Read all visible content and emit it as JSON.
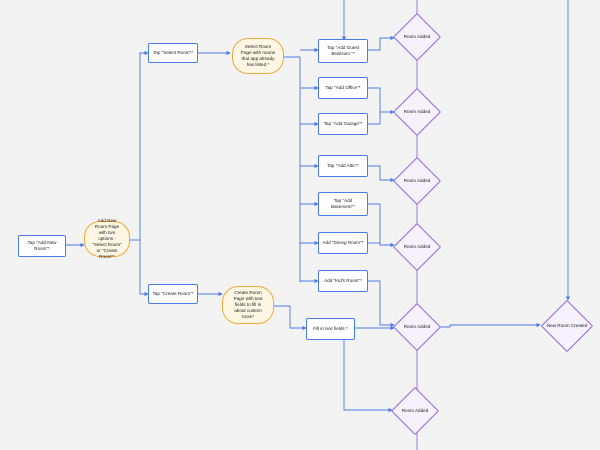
{
  "diagram": {
    "start": "Tap \"Add New Room\"*",
    "add_room_page": "Add New Room Page with two options - \"Select Room\" or \"Create Room\"*",
    "tap_select_room": "Tap \"Select Room\"*",
    "tap_create_room": "Tap \"Create Room\"*",
    "select_room_page": "Select Room Page with rooms that app already has listed *",
    "create_room_page": "Create Room Page with text fields to fill in about custom room*",
    "fill_fields": "Fill in text fields *",
    "options": [
      "Tap \"Add Guest Bedroom \"*",
      "Tap \"Add Office\"*",
      "Tap \"Add Garage\"*",
      "Tap \"Add Attic\"*",
      "Tap \"Add Basement\"*",
      "Add \"Dining Room\"*",
      "Add \"Kid's Room\"*"
    ],
    "room_added": "Room Added",
    "new_room_created": "New Room Created"
  },
  "colors": {
    "edge": "#4a7be8",
    "purple_edge": "#8f6be0",
    "rect_border": "#4a7be8",
    "pill_fill": "#fff6e3",
    "pill_border": "#f0a93a",
    "diamond_fill": "#f5f1fd",
    "diamond_border": "#8f6be0"
  }
}
